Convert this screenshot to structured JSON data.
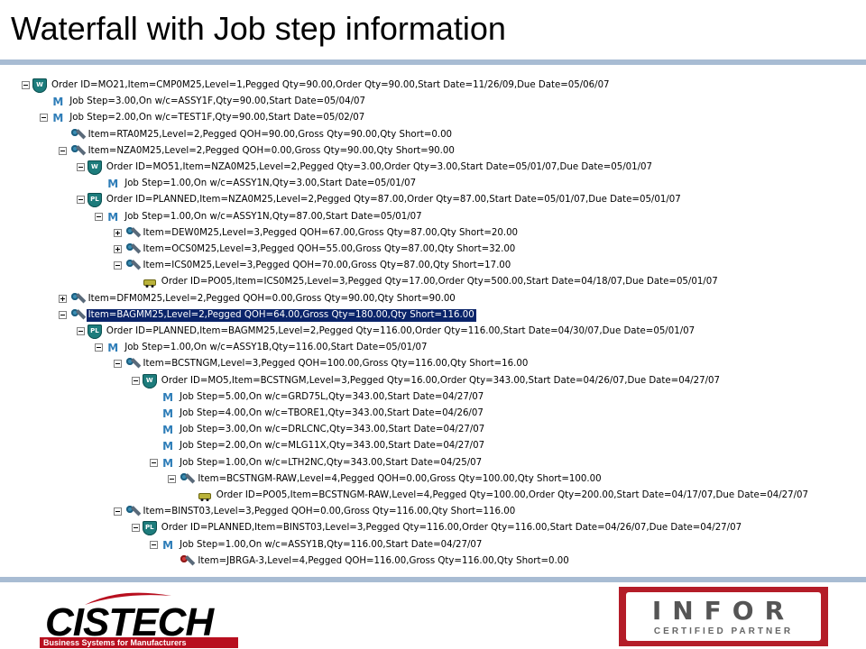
{
  "slide": {
    "title": "Waterfall with Job step information"
  },
  "tree": {
    "rows": [
      {
        "label": "Order ID=MO21,Item=CMP0M25,Level=1,Pegged Qty=90.00,Order Qty=90.00,Start Date=11/26/09,Due Date=05/06/07",
        "icon": "work-order-icon",
        "toggle": "expanded"
      },
      {
        "label": "Job Step=3.00,On w/c=ASSY1F,Qty=90.00,Start Date=05/04/07",
        "icon": "job-step-icon",
        "toggle": "none"
      },
      {
        "label": "Job Step=2.00,On w/c=TEST1F,Qty=90.00,Start Date=05/02/07",
        "icon": "job-step-icon",
        "toggle": "expanded"
      },
      {
        "label": "Item=RTA0M25,Level=2,Pegged QOH=90.00,Gross Qty=90.00,Qty Short=0.00",
        "icon": "item-wrench-icon",
        "toggle": "none"
      },
      {
        "label": "Item=NZA0M25,Level=2,Pegged QOH=0.00,Gross Qty=90.00,Qty Short=90.00",
        "icon": "item-wrench-icon",
        "toggle": "expanded"
      },
      {
        "label": "Order ID=MO51,Item=NZA0M25,Level=2,Pegged Qty=3.00,Order Qty=3.00,Start Date=05/01/07,Due Date=05/01/07",
        "icon": "work-order-icon",
        "toggle": "expanded"
      },
      {
        "label": "Job Step=1.00,On w/c=ASSY1N,Qty=3.00,Start Date=05/01/07",
        "icon": "job-step-icon",
        "toggle": "none"
      },
      {
        "label": "Order ID=PLANNED,Item=NZA0M25,Level=2,Pegged Qty=87.00,Order Qty=87.00,Start Date=05/01/07,Due Date=05/01/07",
        "icon": "planned-order-icon",
        "toggle": "expanded"
      },
      {
        "label": "Job Step=1.00,On w/c=ASSY1N,Qty=87.00,Start Date=05/01/07",
        "icon": "job-step-icon",
        "toggle": "expanded"
      },
      {
        "label": "Item=DEW0M25,Level=3,Pegged QOH=67.00,Gross Qty=87.00,Qty Short=20.00",
        "icon": "item-wrench-icon",
        "toggle": "collapsed"
      },
      {
        "label": "Item=OCS0M25,Level=3,Pegged QOH=55.00,Gross Qty=87.00,Qty Short=32.00",
        "icon": "item-wrench-icon",
        "toggle": "collapsed"
      },
      {
        "label": "Item=ICS0M25,Level=3,Pegged QOH=70.00,Gross Qty=87.00,Qty Short=17.00",
        "icon": "item-wrench-icon",
        "toggle": "expanded"
      },
      {
        "label": "Order ID=PO05,Item=ICS0M25,Level=3,Pegged Qty=17.00,Order Qty=500.00,Start Date=04/18/07,Due Date=05/01/07",
        "icon": "purchase-order-truck-icon",
        "toggle": "none"
      },
      {
        "label": "Item=DFM0M25,Level=2,Pegged QOH=0.00,Gross Qty=90.00,Qty Short=90.00",
        "icon": "item-wrench-icon",
        "toggle": "collapsed"
      },
      {
        "label": "Item=BAGMM25,Level=2,Pegged QOH=64.00,Gross Qty=180.00,Qty Short=116.00",
        "icon": "item-wrench-icon",
        "toggle": "expanded",
        "selected": true
      },
      {
        "label": "Order ID=PLANNED,Item=BAGMM25,Level=2,Pegged Qty=116.00,Order Qty=116.00,Start Date=04/30/07,Due Date=05/01/07",
        "icon": "planned-order-icon",
        "toggle": "expanded"
      },
      {
        "label": "Job Step=1.00,On w/c=ASSY1B,Qty=116.00,Start Date=05/01/07",
        "icon": "job-step-icon",
        "toggle": "expanded"
      },
      {
        "label": "Item=BCSTNGM,Level=3,Pegged QOH=100.00,Gross Qty=116.00,Qty Short=16.00",
        "icon": "item-wrench-icon",
        "toggle": "expanded"
      },
      {
        "label": "Order ID=MO5,Item=BCSTNGM,Level=3,Pegged Qty=16.00,Order Qty=343.00,Start Date=04/26/07,Due Date=04/27/07",
        "icon": "work-order-icon",
        "toggle": "expanded"
      },
      {
        "label": "Job Step=5.00,On w/c=GRD75L,Qty=343.00,Start Date=04/27/07",
        "icon": "job-step-icon",
        "toggle": "none"
      },
      {
        "label": "Job Step=4.00,On w/c=TBORE1,Qty=343.00,Start Date=04/26/07",
        "icon": "job-step-icon",
        "toggle": "none"
      },
      {
        "label": "Job Step=3.00,On w/c=DRLCNC,Qty=343.00,Start Date=04/27/07",
        "icon": "job-step-icon",
        "toggle": "none"
      },
      {
        "label": "Job Step=2.00,On w/c=MLG11X,Qty=343.00,Start Date=04/27/07",
        "icon": "job-step-icon",
        "toggle": "none"
      },
      {
        "label": "Job Step=1.00,On w/c=LTH2NC,Qty=343.00,Start Date=04/25/07",
        "icon": "job-step-icon",
        "toggle": "expanded"
      },
      {
        "label": "Item=BCSTNGM-RAW,Level=4,Pegged QOH=0.00,Gross Qty=100.00,Qty Short=100.00",
        "icon": "item-wrench-icon",
        "toggle": "expanded"
      },
      {
        "label": "Order ID=PO05,Item=BCSTNGM-RAW,Level=4,Pegged Qty=100.00,Order Qty=200.00,Start Date=04/17/07,Due Date=04/27/07",
        "icon": "purchase-order-truck-icon",
        "toggle": "none"
      },
      {
        "label": "Item=BINST03,Level=3,Pegged QOH=0.00,Gross Qty=116.00,Qty Short=116.00",
        "icon": "item-wrench-icon",
        "toggle": "expanded"
      },
      {
        "label": "Order ID=PLANNED,Item=BINST03,Level=3,Pegged Qty=116.00,Order Qty=116.00,Start Date=04/26/07,Due Date=04/27/07",
        "icon": "planned-order-icon",
        "toggle": "expanded"
      },
      {
        "label": "Job Step=1.00,On w/c=ASSY1B,Qty=116.00,Start Date=04/27/07",
        "icon": "job-step-icon",
        "toggle": "expanded"
      },
      {
        "label": "Item=JBRGA-3,Level=4,Pegged QOH=116.00,Gross Qty=116.00,Qty Short=0.00",
        "icon": "item-wrench-red-icon",
        "toggle": "none"
      }
    ]
  },
  "logos": {
    "left_word": "CISTECH",
    "left_tagline": "Business Systems for Manufacturers",
    "right_word": "INFOR",
    "right_sub": "CERTIFIED PARTNER"
  },
  "colors": {
    "rule": "#a8bcd3",
    "selection": "#0a246a",
    "cistech_red": "#b80f1f",
    "infor_red": "#b41d28"
  }
}
